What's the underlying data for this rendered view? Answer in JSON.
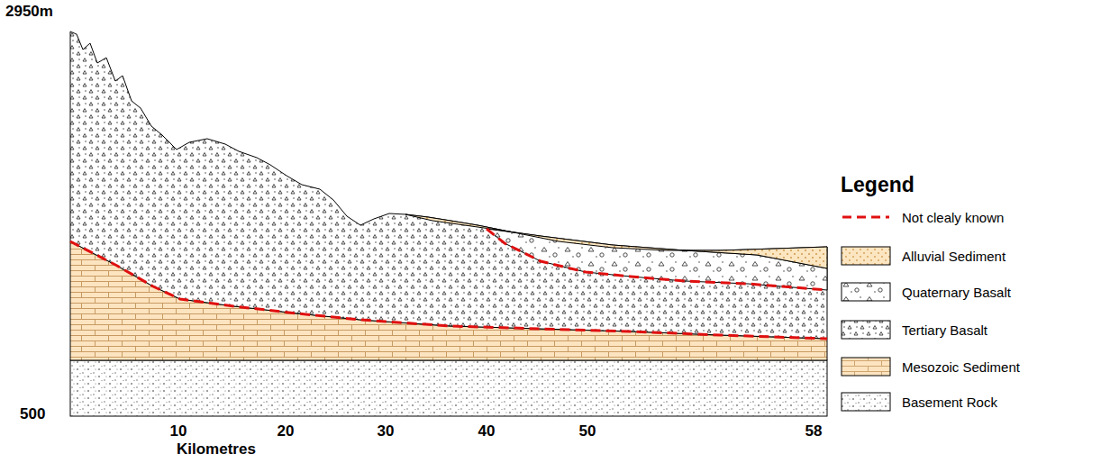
{
  "diagram": {
    "labels": [
      "2950m",
      "500",
      "10",
      "20",
      "30",
      "40",
      "50",
      "58",
      "Kilometres",
      "Legend"
    ],
    "legend": [
      {
        "text": "Not clealy known"
      },
      {
        "text": "Alluvial Sediment",
        "color": "#fce6c2"
      },
      {
        "text": "Quaternary Basalt",
        "color": "#ffffff"
      },
      {
        "text": "Tertiary Basalt",
        "color": "#ffffff"
      },
      {
        "text": "Mesozoic Sediment",
        "color": "#fde4c0"
      },
      {
        "text": "Basement Rock",
        "color": "#ffffff"
      }
    ]
  }
}
